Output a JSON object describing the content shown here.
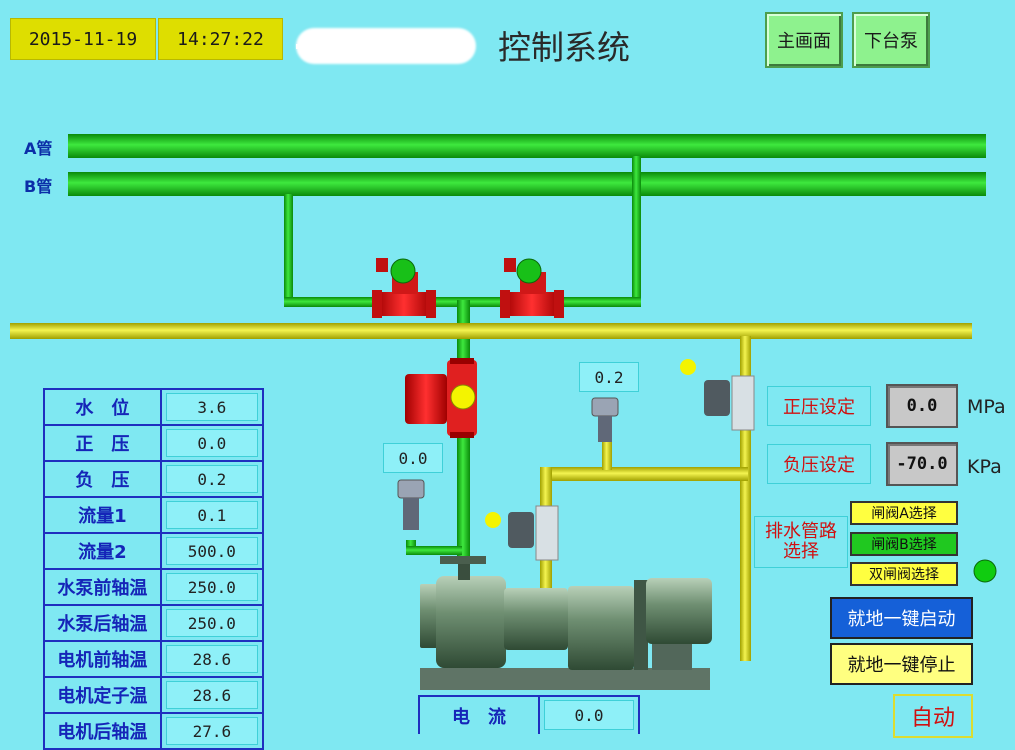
{
  "header": {
    "date": "2015-11-19",
    "time": "14:27:22",
    "title": "控制系统",
    "nav": {
      "main_screen": "主画面",
      "next_pump": "下台泵"
    }
  },
  "pipes": {
    "a_label": "A管",
    "b_label": "B管"
  },
  "parameters": [
    {
      "name": "水　位",
      "value": "3.6"
    },
    {
      "name": "正　压",
      "value": "0.0"
    },
    {
      "name": "负　压",
      "value": "0.2"
    },
    {
      "name": "流量1",
      "value": "0.1"
    },
    {
      "name": "流量2",
      "value": "500.0"
    },
    {
      "name": "水泵前轴温",
      "value": "250.0"
    },
    {
      "name": "水泵后轴温",
      "value": "250.0"
    },
    {
      "name": "电机前轴温",
      "value": "28.6"
    },
    {
      "name": "电机定子温",
      "value": "28.6"
    },
    {
      "name": "电机后轴温",
      "value": "27.6"
    }
  ],
  "readouts": {
    "upper_gauge": "0.2",
    "lower_gauge": "0.0"
  },
  "settings": {
    "positive_label": "正压设定",
    "positive_value": "0.0",
    "positive_unit": "MPa",
    "negative_label": "负压设定",
    "negative_value": "-70.0",
    "negative_unit": "KPa"
  },
  "drain": {
    "label": "排水管路选择",
    "options": [
      "闸阀A选择",
      "闸阀B选择",
      "双闸阀选择"
    ],
    "selected": "闸阀B选择"
  },
  "actions": {
    "local_start": "就地一键启动",
    "local_stop": "就地一键停止"
  },
  "current": {
    "name": "电　流",
    "value": "0.0"
  },
  "mode": "自动",
  "colors": {
    "background": "#7fe8f2",
    "green_pipe": "#10c010",
    "yellow_pipe": "#d6d600",
    "status_green": "#10cc10",
    "status_yellow": "#f4f400",
    "start_button": "#1560d8",
    "stop_button": "#ffff80"
  }
}
